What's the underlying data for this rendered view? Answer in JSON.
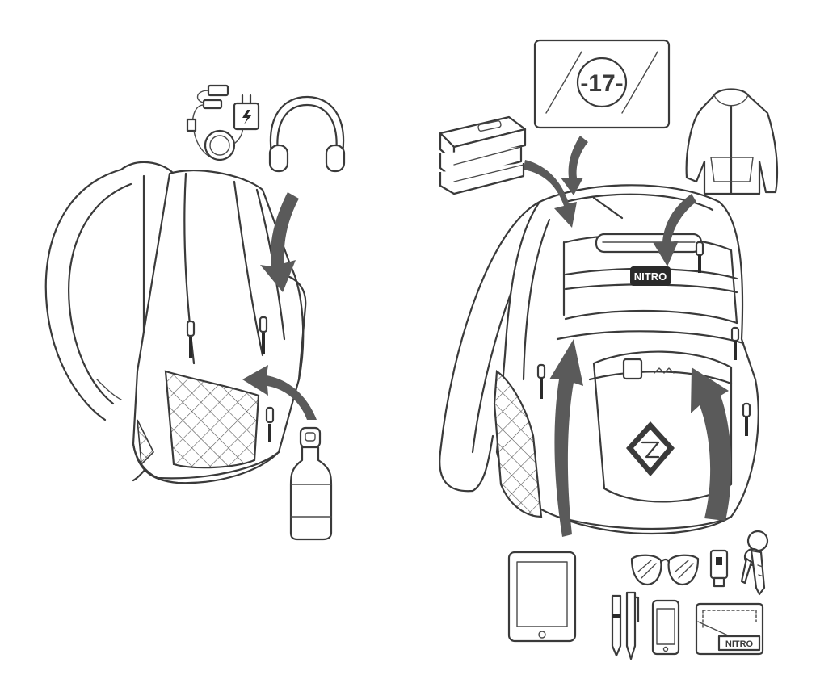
{
  "laptop": {
    "label": "-17-"
  },
  "front_pack": {
    "badge": "NITRO"
  },
  "wallet": {
    "brand": "NITRO"
  }
}
